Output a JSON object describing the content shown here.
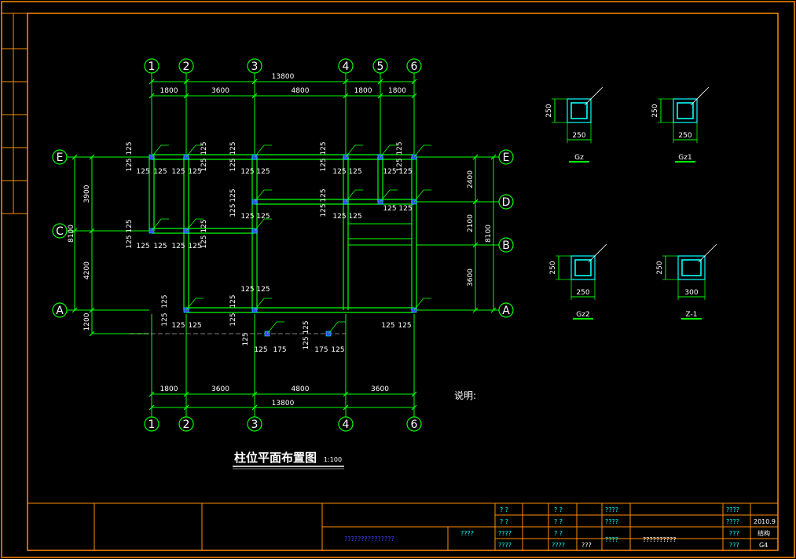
{
  "sheet": {
    "title": "柱位平面布置图",
    "scale": "1:100",
    "notes_label": "说明:"
  },
  "grid_top": {
    "labels": [
      "1",
      "2",
      "3",
      "4",
      "5",
      "6"
    ],
    "dims": [
      "1800",
      "3600",
      "4800",
      "1800",
      "1800"
    ],
    "total": "13800"
  },
  "grid_bottom": {
    "labels": [
      "1",
      "2",
      "3",
      "4",
      "6"
    ],
    "dims": [
      "1800",
      "3600",
      "4800",
      "3600"
    ],
    "total": "13800"
  },
  "grid_left": {
    "labels": [
      "E",
      "C",
      "A"
    ],
    "dims": [
      "3900",
      "4200",
      "1200"
    ],
    "total": "8100"
  },
  "grid_right": {
    "labels": [
      "E",
      "D",
      "B",
      "A"
    ],
    "dims": [
      "2400",
      "2100",
      "3600"
    ],
    "total": "8100"
  },
  "column_dims": {
    "n125": "125",
    "n175": "175"
  },
  "details": [
    {
      "name": "Gz",
      "width": "250",
      "height": "250"
    },
    {
      "name": "Gz1",
      "width": "250",
      "height": "250"
    },
    {
      "name": "Gz2",
      "width": "250",
      "height": "250"
    },
    {
      "name": "Z-1",
      "width": "300",
      "height": "250"
    }
  ],
  "title_block": {
    "project": "???????????????",
    "drawing_name": "??????????",
    "date": "2010.9",
    "discipline": "结构",
    "sheet_no": "G4",
    "q2": "? ?",
    "q3": "???",
    "q4": "????"
  },
  "colors": {
    "border": "#ff8c00",
    "lines": "#00ff00",
    "text": "#ffffff",
    "column": "#4040ff",
    "detail": "#00ffff"
  }
}
